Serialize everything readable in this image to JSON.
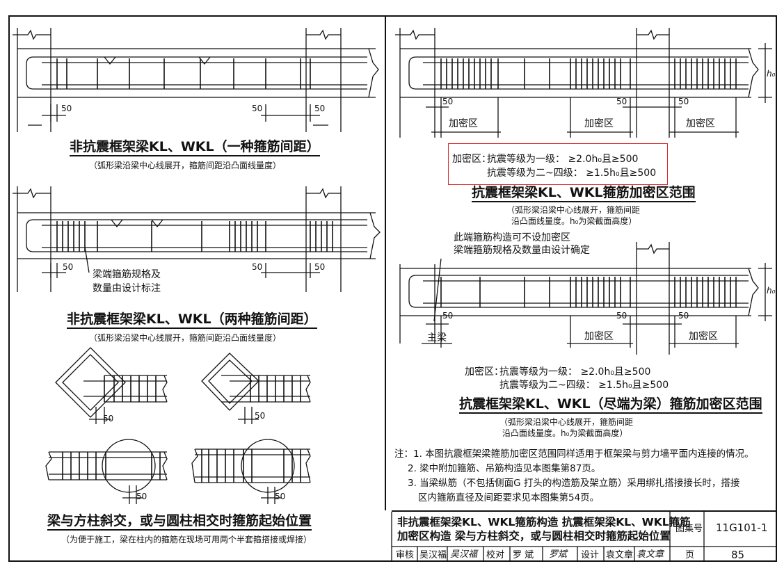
{
  "diagram1": {
    "title": "非抗震框架梁KL、WKL（一种箍筋间距）",
    "subtitle": "（弧形梁沿梁中心线展开，箍筋间距沿凸面线量度）",
    "dims": [
      "50",
      "50",
      "50"
    ]
  },
  "diagram2": {
    "title": "非抗震框架梁KL、WKL（两种箍筋间距）",
    "subtitle": "（弧形梁沿梁中心线展开，箍筋间距沿凸面线量度）",
    "annotation": [
      "梁端箍筋规格及",
      "数量由设计标注"
    ],
    "dims": [
      "50",
      "50",
      "50"
    ]
  },
  "diagram3": {
    "title": "梁与方柱斜交，或与圆柱相交时箍筋起始位置",
    "subtitle": "（为便于施工，梁在柱内的箍筋在现场可用两个半套箍搭接或焊接）",
    "dims": [
      "50",
      "50",
      "50",
      "50"
    ]
  },
  "diagram4": {
    "title": "抗震框架梁KL、WKL箍筋加密区范围",
    "subtitle": [
      "（弧形梁沿梁中心线展开，箍筋间距",
      "沿凸面线量度。h₀为梁截面高度）"
    ],
    "zone_label": "加密区",
    "dims": [
      "50",
      "50",
      "50"
    ],
    "height_label": "h₀",
    "rule": {
      "prefix": "加密区：",
      "line1": "抗震等级为一级：  ≥2.0h₀且≥500",
      "line2": "抗震等级为二~四级：  ≥1.5h₀且≥500"
    }
  },
  "diagram5": {
    "title": "抗震框架梁KL、WKL（尽端为梁）箍筋加密区范围",
    "subtitle": [
      "（弧形梁沿梁中心线展开，箍筋间距",
      "沿凸面线量度。h₀为梁截面高度）"
    ],
    "annotation": [
      "此端箍筋构造可不设加密区",
      "梁端箍筋规格及数量由设计确定"
    ],
    "main_beam_label": "主梁",
    "zone_label": "加密区",
    "dims": [
      "50",
      "50",
      "50"
    ],
    "height_label": "h₀",
    "rule": {
      "prefix": "加密区：",
      "line1": "抗震等级为一级：  ≥2.0h₀且≥500",
      "line2": "抗震等级为二~四级：  ≥1.5h₀且≥500"
    }
  },
  "notes": [
    "注：1. 本图抗震框架梁箍筋加密区范围同样适用于框架梁与剪力墙平面内连接的情况。",
    "2. 梁中附加箍筋、吊筋构造见本图集第87页。",
    "3. 当梁纵筋（不包括侧面G 打头的构造筋及架立筋）采用绑扎搭接接长时，搭接",
    "区内箍筋直径及间距要求见本图集第54页。"
  ],
  "title_block": {
    "main_line1": "非抗震框架梁KL、WKL箍筋构造  抗震框架梁KL、WKL箍筋",
    "main_line2": "加密区构造  梁与方柱斜交，或与圆柱相交时箍筋起始位置",
    "atlas_label": "图集号",
    "atlas_number": "11G101-1",
    "page_label": "页",
    "page_number": "85",
    "roles": [
      {
        "role": "审核",
        "name": "吴汉福",
        "signature": "吴汉福"
      },
      {
        "role": "校对",
        "name": "罗  斌",
        "signature": "罗斌"
      },
      {
        "role": "设计",
        "name": "袁文章",
        "signature": "袁文章"
      }
    ]
  }
}
